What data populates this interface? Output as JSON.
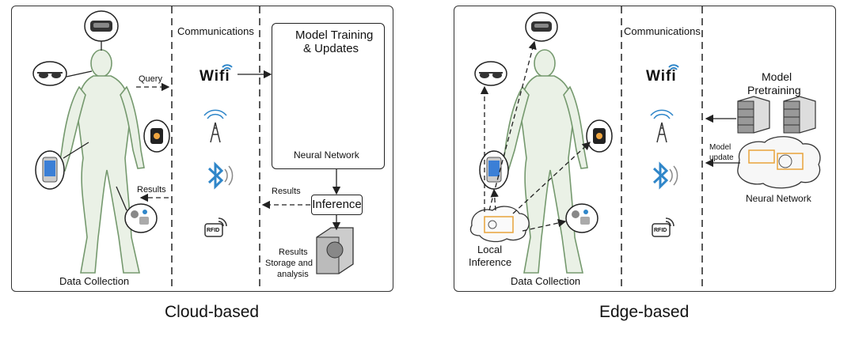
{
  "cloud": {
    "caption": "Cloud-based",
    "data_collection": "Data Collection",
    "communications": "Communications",
    "model_training": "Model Training",
    "updates": "& Updates",
    "neural_network": "Neural Network",
    "query": "Query",
    "results_left": "Results",
    "results_mid": "Results",
    "inference": "Inference",
    "results_storage_1": "Results",
    "results_storage_2": "Storage and",
    "results_storage_3": "analysis",
    "wifi": "Wifi",
    "rfid": "RFID"
  },
  "edge": {
    "caption": "Edge-based",
    "data_collection": "Data Collection",
    "communications": "Communications",
    "model_pretraining_1": "Model",
    "model_pretraining_2": "Pretraining",
    "model_update_1": "Model",
    "model_update_2": "update",
    "neural_network": "Neural Network",
    "local_inference_1": "Local",
    "local_inference_2": "Inference",
    "wifi": "Wifi",
    "rfid": "RFID"
  },
  "colors": {
    "border": "#333333",
    "bluetooth": "#2f86c9",
    "wifi_signal": "#2f86c9",
    "brain_highlight": "#e8a33a",
    "figure": "#7fa37a"
  }
}
